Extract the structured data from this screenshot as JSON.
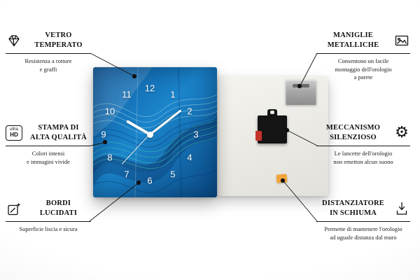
{
  "callouts_left": [
    {
      "title1": "VETRO",
      "title2": "TEMPERATO",
      "desc": "Resistenza a rotture\ne graffi"
    },
    {
      "title1": "STAMPA DI",
      "title2": "ALTA QUALITÀ",
      "desc": "Colori intensi\ne immagini vivide"
    },
    {
      "title1": "BORDI",
      "title2": "LUCIDATI",
      "desc": "Superficie liscia e sicura"
    }
  ],
  "callouts_right": [
    {
      "title1": "MANIGLIE",
      "title2": "METALLICHE",
      "desc": "Consentono un facile\nmontaggio dell'orologio\na parete"
    },
    {
      "title1": "MECCANISMO",
      "title2": "SILENZIOSO",
      "desc": "Le lancette dell'orologio\nnon emetton alcun suono"
    },
    {
      "title1": "DISTANZIATORE",
      "title2": "IN SCHIUMA",
      "desc": "Permette di mantenere l'orologio\nad uguale distanza dal muro"
    }
  ],
  "hd_icon": {
    "line1": "ultra",
    "line2": "HD"
  },
  "gear_glyph": "⚙",
  "clock": {
    "numbers": [
      "12",
      "1",
      "2",
      "3",
      "4",
      "5",
      "6",
      "7",
      "8",
      "9",
      "10",
      "11"
    ]
  },
  "colors": {
    "glass_blue": "#1b85cc",
    "glass_dark": "#0a3f76",
    "teal_accent": "#49d6b8",
    "foam_orange": "#f2a43c",
    "mechanism_black": "#141414",
    "metal_gray": "#a8a8a8"
  }
}
